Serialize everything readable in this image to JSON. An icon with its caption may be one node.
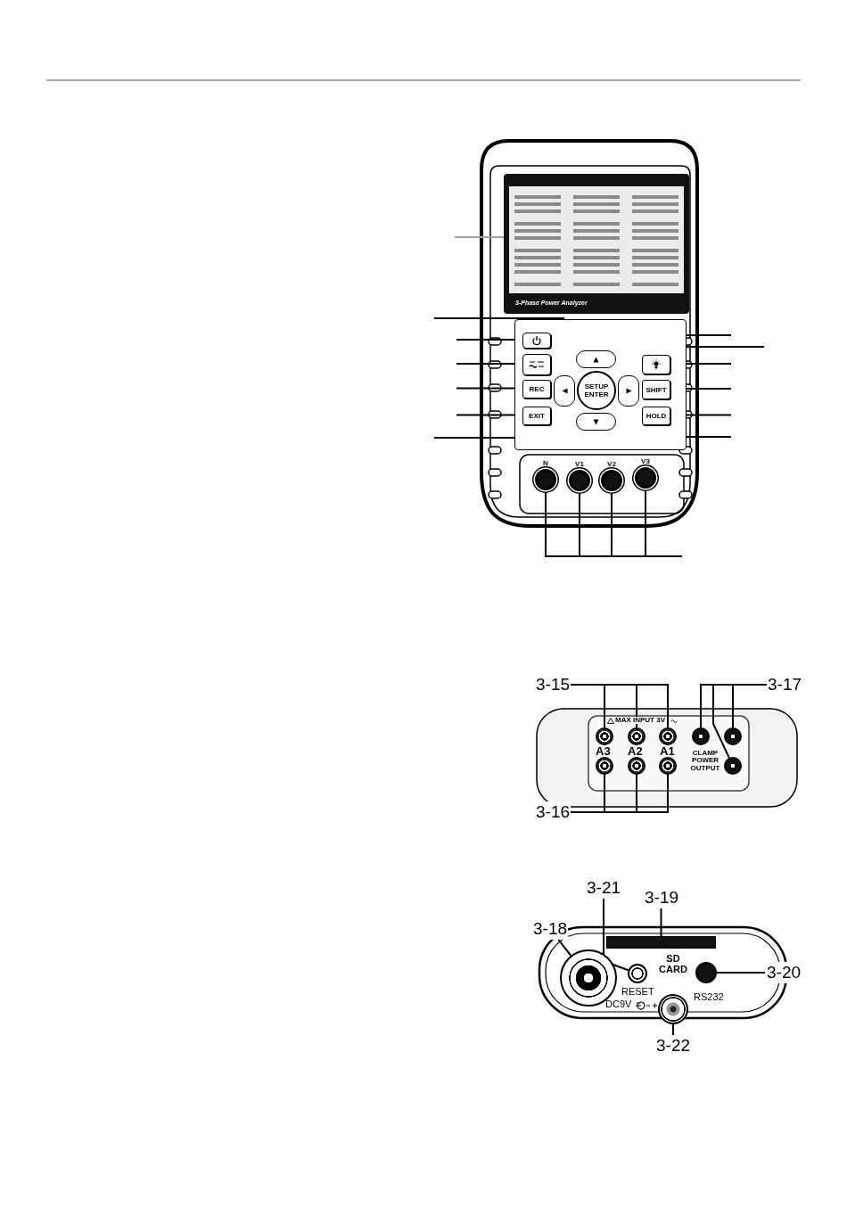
{
  "diagram": {
    "nodes": [
      {
        "text": [],
        "shape": "box"
      },
      {
        "text": [],
        "shape": "box"
      },
      {
        "text": [],
        "shape": "box",
        "in": 1
      },
      {
        "text": [],
        "shape": "box",
        "in": 1
      },
      {
        "text": [
          "REC"
        ],
        "in": 1
      },
      {
        "text": [
          "EXIT"
        ],
        "in": 1
      },
      {
        "text": [],
        "shape": "box",
        "in": 1
      },
      {
        "text": [],
        "shape": "box",
        "in": 1
      },
      {
        "text": [
          "SETUP ENTER"
        ],
        "in": 1
      },
      {
        "text": [],
        "shape": "box",
        "in": 1
      },
      {
        "text": [],
        "shape": "box",
        "in": 1
      },
      {
        "text": [],
        "shape": "box",
        "in": 1
      },
      {
        "text": [
          "SHIFT"
        ],
        "in": 1
      },
      {
        "text": [
          "HOLD"
        ],
        "in": 1
      },
      {
        "text": [
          "N"
        ]
      },
      {
        "text": [
          "V1"
        ]
      },
      {
        "text": [
          "V2"
        ]
      },
      {
        "text": [
          "V3"
        ]
      },
      {
        "text": [
          "3-15"
        ]
      },
      {
        "text": [],
        "shape": "circle"
      },
      {
        "text": [],
        "shape": "circle"
      },
      {
        "text": [],
        "shape": "circle"
      },
      {
        "text": [
          "3-16"
        ]
      },
      {
        "text": [],
        "shape": "circle"
      },
      {
        "text": [],
        "shape": "circle"
      },
      {
        "text": [],
        "shape": "circle"
      },
      {
        "text": [
          "3-17"
        ]
      },
      {
        "text": [],
        "shape": "circle"
      },
      {
        "text": [],
        "shape": "circle"
      },
      {
        "text": [],
        "shape": "circle"
      },
      {
        "text": [
          "3-18"
        ]
      },
      {
        "text": [],
        "shape": "circle"
      },
      {
        "text": [
          "3-21"
        ]
      },
      {
        "text": [],
        "shape": "circle"
      },
      {
        "text": [
          "3-19"
        ]
      },
      {
        "text": [],
        "shape": "bar"
      },
      {
        "text": [
          "3-20"
        ]
      },
      {
        "text": [],
        "shape": "circle"
      },
      {
        "text": [
          "3-22"
        ]
      },
      {
        "text": [],
        "shape": "circle"
      }
    ],
    "edges": [
      {
        "from": null,
        "to": 0,
        "arrow": "none",
        "color": "#a0a0a0"
      },
      {
        "from": null,
        "to": 7,
        "arrow": "none"
      },
      {
        "from": null,
        "to": 2,
        "arrow": "none"
      },
      {
        "from": null,
        "to": 6,
        "arrow": "none"
      },
      {
        "from": null,
        "to": 9,
        "arrow": "none"
      },
      {
        "from": null,
        "to": 3,
        "arrow": "none"
      },
      {
        "from": null,
        "to": 11,
        "arrow": "none"
      },
      {
        "from": null,
        "to": 4,
        "arrow": "none"
      },
      {
        "from": null,
        "to": 12,
        "arrow": "none"
      },
      {
        "from": null,
        "to": 5,
        "arrow": "none"
      },
      {
        "from": null,
        "to": 13,
        "arrow": "none"
      },
      {
        "from": null,
        "to": 8,
        "arrow": "none"
      },
      {
        "from": null,
        "to": 1,
        "arrow": "none"
      },
      {
        "from": null,
        "to": 14,
        "arrow": "none"
      },
      {
        "from": null,
        "to": 15,
        "arrow": "none"
      },
      {
        "from": null,
        "to": 16,
        "arrow": "none"
      },
      {
        "from": null,
        "to": 17,
        "arrow": "none"
      },
      {
        "from": 18,
        "to": 19,
        "arrow": "none"
      },
      {
        "from": 18,
        "to": 20,
        "arrow": "none"
      },
      {
        "from": 18,
        "to": 21,
        "arrow": "none"
      },
      {
        "from": 22,
        "to": 23,
        "arrow": "none"
      },
      {
        "from": 22,
        "to": 24,
        "arrow": "none"
      },
      {
        "from": 22,
        "to": 25,
        "arrow": "none"
      },
      {
        "from": 26,
        "to": 27,
        "arrow": "none"
      },
      {
        "from": 26,
        "to": 28,
        "arrow": "none"
      },
      {
        "from": 26,
        "to": 29,
        "arrow": "none"
      },
      {
        "from": 30,
        "to": 31,
        "arrow": "none"
      },
      {
        "from": 32,
        "to": 33,
        "arrow": "none"
      },
      {
        "from": 34,
        "to": 35,
        "arrow": "none"
      },
      {
        "from": 36,
        "to": 37,
        "arrow": "none"
      },
      {
        "from": 38,
        "to": 39,
        "arrow": "none"
      }
    ],
    "labels": [
      "3-Phase Power Analyzer",
      "MAX INPUT 3V",
      "A3",
      "A2",
      "A1",
      "CLAMP POWER OUTPUT",
      "SD CARD",
      "RESET",
      "RS232",
      "DC9V"
    ]
  }
}
